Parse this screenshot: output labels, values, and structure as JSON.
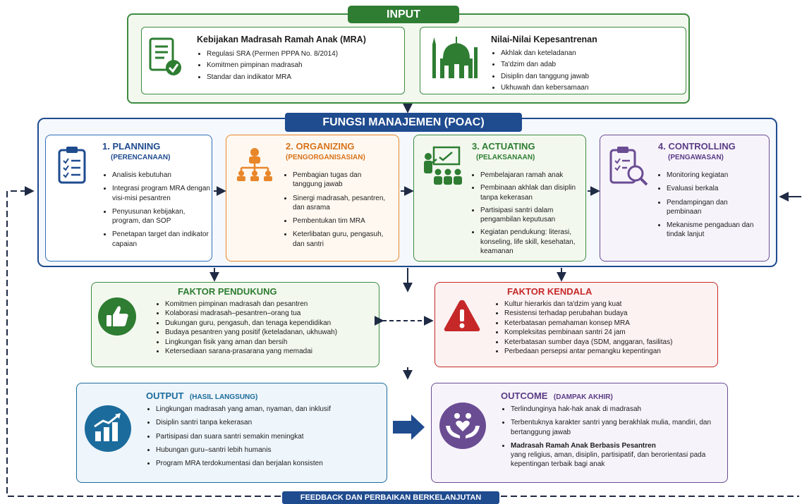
{
  "colors": {
    "green": "#2e7d32",
    "green_light": "#f1f7ee",
    "navy": "#1f4b8f",
    "blue": "#1e6fb5",
    "orange": "#e8862a",
    "purple": "#6a4c93",
    "red": "#c62828",
    "teal": "#1b6c9c"
  },
  "input": {
    "title": "INPUT",
    "mra": {
      "title": "Kebijakan Madrasah Ramah Anak (MRA)",
      "items": [
        "Regulasi SRA (Permen PPPA No. 8/2014)",
        "Komitmen pimpinan madrasah",
        "Standar dan indikator MRA"
      ],
      "icon": "document-check-icon"
    },
    "nilai": {
      "title": "Nilai-Nilai Kepesantrenan",
      "items": [
        "Akhlak dan keteladanan",
        "Ta'dzim dan adab",
        "Disiplin dan tanggung jawab",
        "Ukhuwah dan kebersamaan"
      ],
      "icon": "mosque-icon"
    }
  },
  "poac": {
    "title": "FUNGSI MANAJEMEN (POAC)",
    "planning": {
      "title": "1. PLANNING",
      "sub": "(PERENCANAAN)",
      "items": [
        "Analisis kebutuhan",
        "Integrasi program MRA dengan visi-misi pesantren",
        "Penyusunan kebijakan, program, dan SOP",
        "Penetapan target dan indikator capaian"
      ],
      "icon": "clipboard-checklist-icon"
    },
    "organizing": {
      "title": "2. ORGANIZING",
      "sub": "(PENGORGANISASIAN)",
      "items": [
        "Pembagian tugas dan tanggung jawab",
        "Sinergi madrasah, pesantren, dan asrama",
        "Pembentukan tim MRA",
        "Keterlibatan guru, pengasuh, dan santri"
      ],
      "icon": "org-chart-icon"
    },
    "actuating": {
      "title": "3. ACTUATING",
      "sub": "(PELAKSANAAN)",
      "items": [
        "Pembelajaran ramah anak",
        "Pembinaan akhlak dan disiplin tanpa kekerasan",
        "Partisipasi santri dalam pengambilan keputusan",
        "Kegiatan pendukung: literasi, konseling, life skill, kesehatan, keamanan"
      ],
      "icon": "teacher-class-icon"
    },
    "controlling": {
      "title": "4. CONTROLLING",
      "sub": "(PENGAWASAN)",
      "items": [
        "Monitoring kegiatan",
        "Evaluasi berkala",
        "Pendampingan dan pembinaan",
        "Mekanisme pengaduan dan tindak lanjut"
      ],
      "icon": "clipboard-search-icon"
    }
  },
  "pendukung": {
    "title": "FAKTOR PENDUKUNG",
    "items": [
      "Komitmen pimpinan madrasah dan pesantren",
      "Kolaborasi madrasah–pesantren–orang tua",
      "Dukungan guru, pengasuh, dan tenaga kependidikan",
      "Budaya pesantren yang positif (keteladanan, ukhuwah)",
      "Lingkungan fisik yang aman dan bersih",
      "Ketersediaan sarana-prasarana yang memadai"
    ],
    "icon": "thumbs-up-icon"
  },
  "kendala": {
    "title": "FAKTOR KENDALA",
    "items": [
      "Kultur hierarkis dan ta'dzim yang kuat",
      "Resistensi terhadap perubahan budaya",
      "Keterbatasan pemahaman konsep MRA",
      "Kompleksitas pembinaan santri 24 jam",
      "Keterbatasan sumber daya (SDM, anggaran, fasilitas)",
      "Perbedaan persepsi antar pemangku kepentingan"
    ],
    "icon": "warning-icon"
  },
  "output": {
    "title": "OUTPUT",
    "sub": "(HASIL LANGSUNG)",
    "items": [
      "Lingkungan madrasah yang aman, nyaman, dan inklusif",
      "Disiplin santri tanpa kekerasan",
      "Partisipasi dan suara santri semakin meningkat",
      "Hubungan guru–santri lebih humanis",
      "Program MRA terdokumentasi dan berjalan konsisten"
    ],
    "icon": "growth-chart-icon"
  },
  "outcome": {
    "title": "OUTCOME",
    "sub": "(DAMPAK AKHIR)",
    "items": [
      "Terlindunginya hak-hak anak di madrasah",
      "Terbentuknya karakter santri yang berakhlak mulia, mandiri, dan bertanggung jawab"
    ],
    "final_title": "Madrasah Ramah Anak Berbasis Pesantren",
    "final_text": "yang religius, aman, disiplin, partisipatif, dan berorientasi pada kepentingan terbaik bagi anak",
    "icon": "hands-heart-family-icon"
  },
  "feedback": {
    "label": "FEEDBACK DAN PERBAIKAN BERKELANJUTAN"
  }
}
